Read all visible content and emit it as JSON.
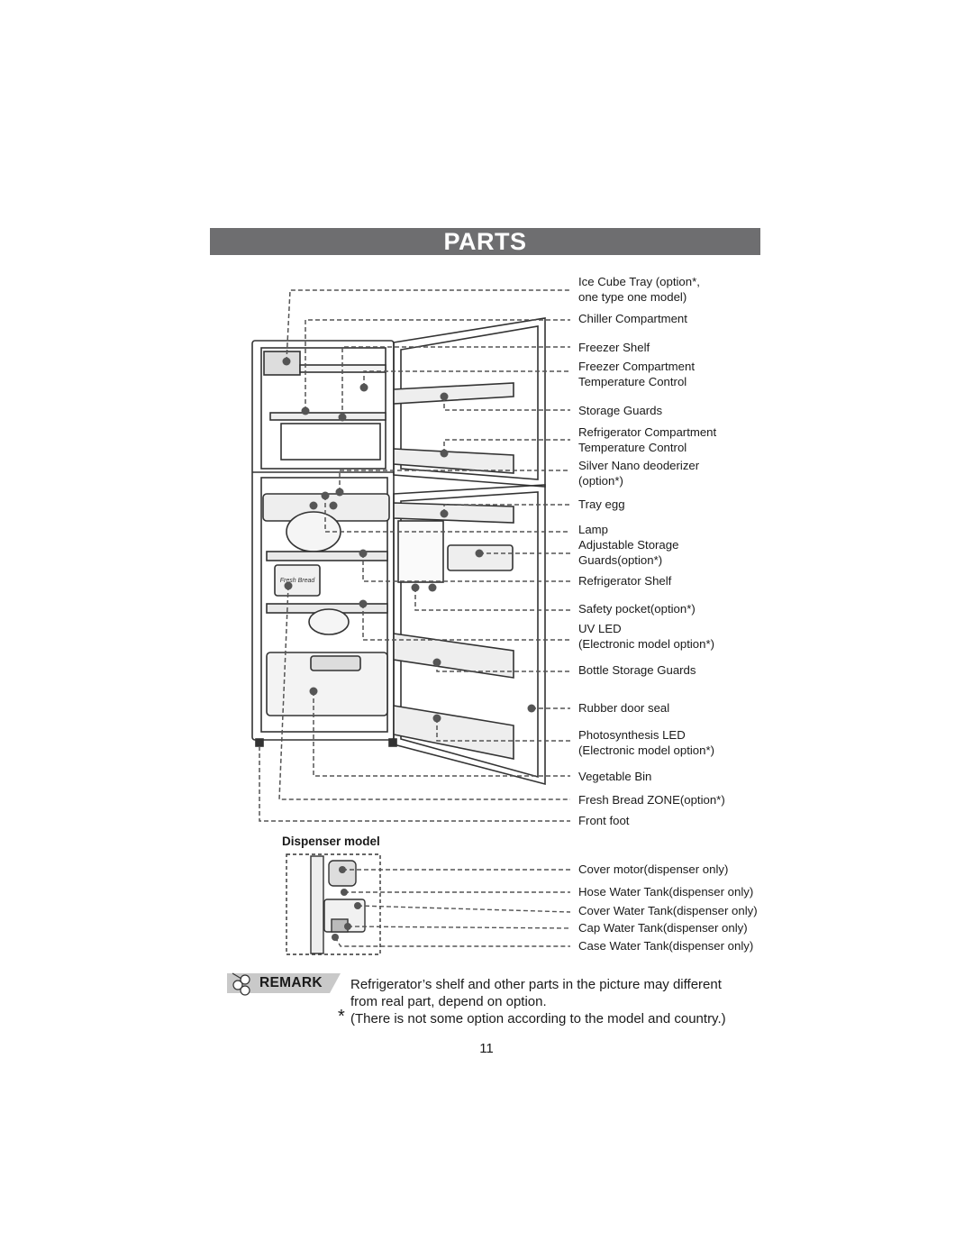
{
  "title": "PARTS",
  "labels": [
    {
      "lines": [
        "Ice Cube Tray (option*,",
        "one type one model)"
      ]
    },
    {
      "lines": [
        "Chiller Compartment"
      ]
    },
    {
      "lines": [
        "Freezer Shelf"
      ]
    },
    {
      "lines": [
        "Freezer Compartment",
        "Temperature Control"
      ]
    },
    {
      "lines": [
        "Storage Guards"
      ]
    },
    {
      "lines": [
        "Refrigerator Compartment",
        "Temperature Control"
      ]
    },
    {
      "lines": [
        "Silver Nano deoderizer",
        "(option*)"
      ]
    },
    {
      "lines": [
        "Tray egg"
      ]
    },
    {
      "lines": [
        "Lamp"
      ]
    },
    {
      "lines": [
        "Adjustable Storage",
        "Guards(option*)"
      ]
    },
    {
      "lines": [
        "Refrigerator Shelf"
      ]
    },
    {
      "lines": [
        "Safety pocket(option*)"
      ]
    },
    {
      "lines": [
        "UV LED",
        "(Electronic model option*)"
      ]
    },
    {
      "lines": [
        "Bottle Storage Guards"
      ]
    },
    {
      "lines": [
        "Rubber door seal"
      ]
    },
    {
      "lines": [
        "Photosynthesis LED",
        "(Electronic model option*)"
      ]
    },
    {
      "lines": [
        "Vegetable Bin"
      ]
    },
    {
      "lines": [
        "Fresh Bread ZONE(option*)"
      ]
    },
    {
      "lines": [
        "Front foot"
      ]
    }
  ],
  "dispenser": {
    "title": "Dispenser model",
    "labels": [
      "Cover motor(dispenser only)",
      "Hose Water Tank(dispenser only)",
      "Cover Water Tank(dispenser only)",
      "Cap Water Tank(dispenser only)",
      "Case Water Tank(dispenser only)"
    ]
  },
  "illustration_text": {
    "fresh_bread": "Fresh Bread"
  },
  "remark": {
    "badge": "REMARK",
    "line1": "Refrigerator’s shelf and other parts  in the picture may different",
    "line2": "from real part, depend on option.",
    "star": "*",
    "line3": "(There is not some option according to the model and country.)"
  },
  "page_number": "11"
}
